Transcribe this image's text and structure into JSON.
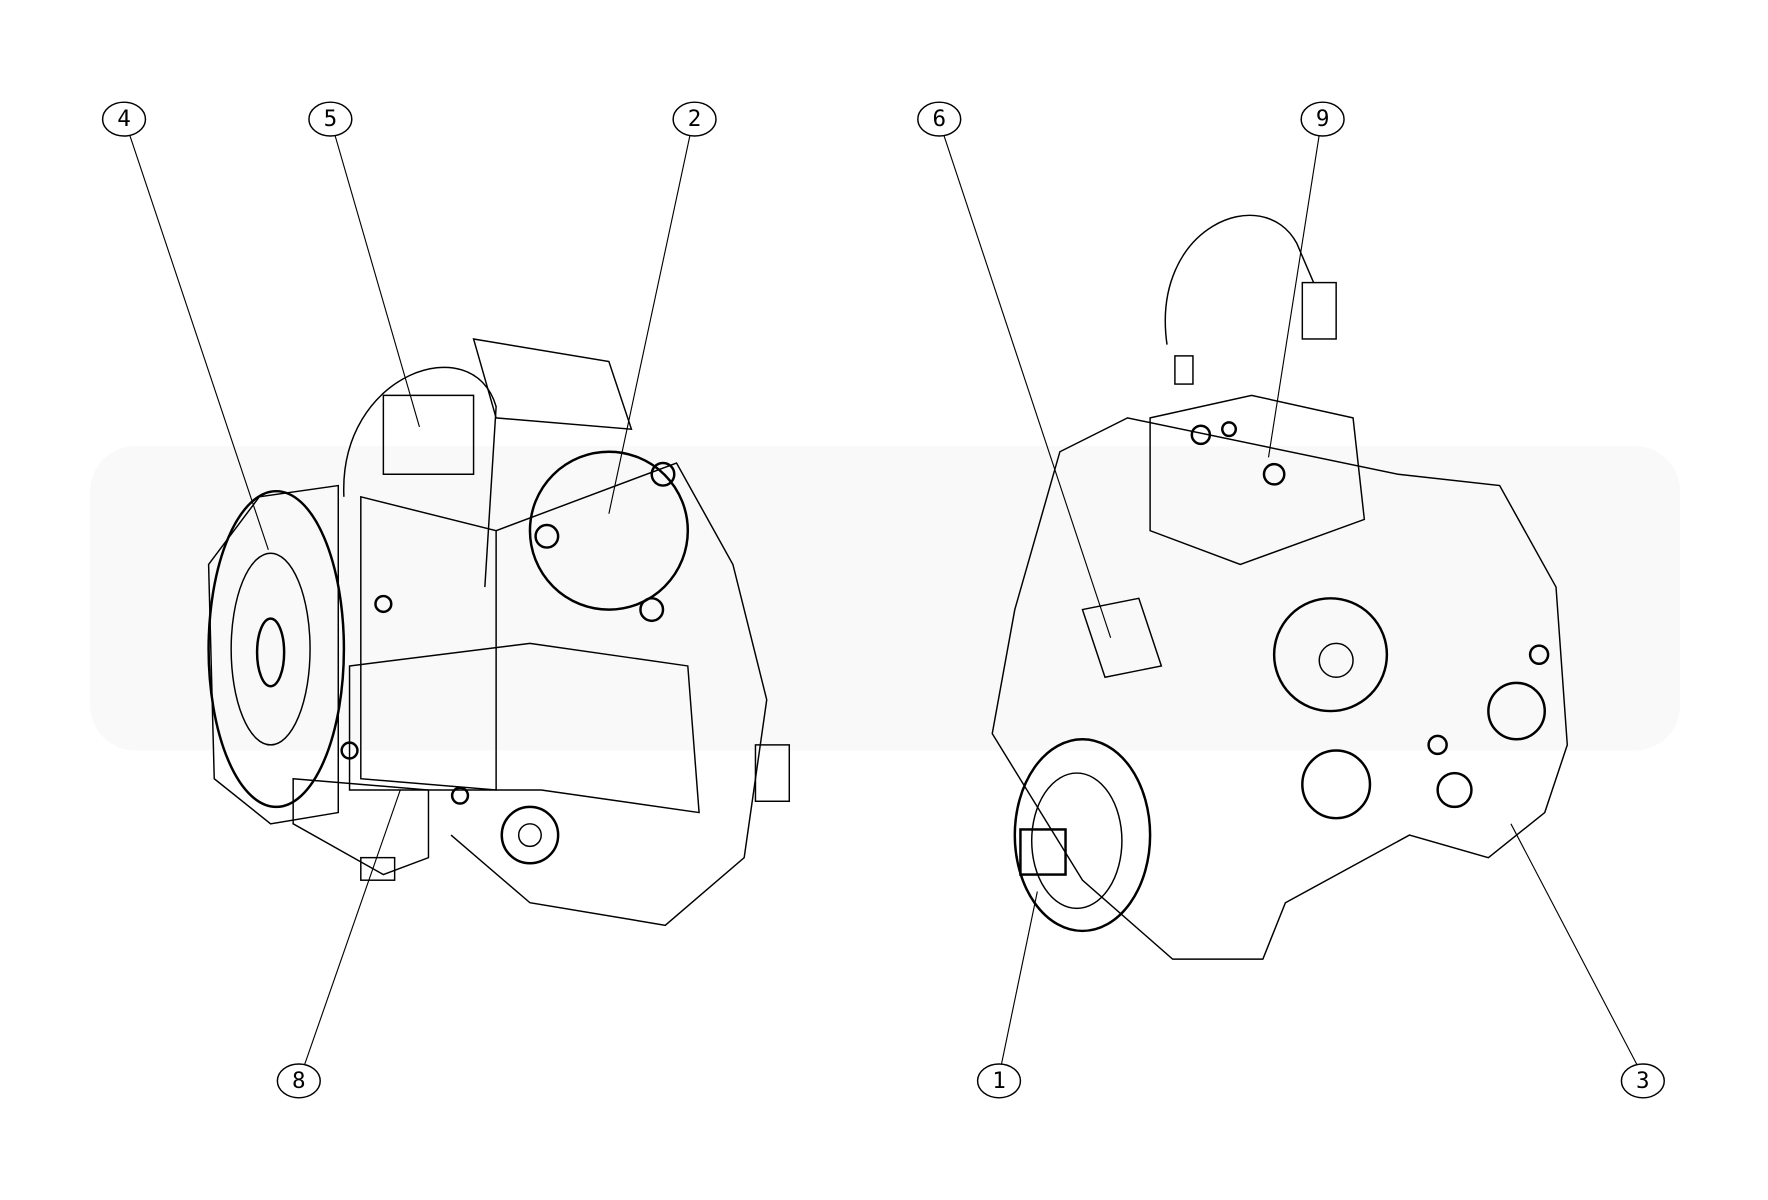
{
  "drawing": {
    "callouts": [
      {
        "id": "4",
        "label": "4"
      },
      {
        "id": "5",
        "label": "5"
      },
      {
        "id": "2",
        "label": "2"
      },
      {
        "id": "6",
        "label": "6"
      },
      {
        "id": "9",
        "label": "9"
      },
      {
        "id": "8",
        "label": "8"
      },
      {
        "id": "1",
        "label": "1"
      },
      {
        "id": "3",
        "label": "3"
      }
    ]
  }
}
